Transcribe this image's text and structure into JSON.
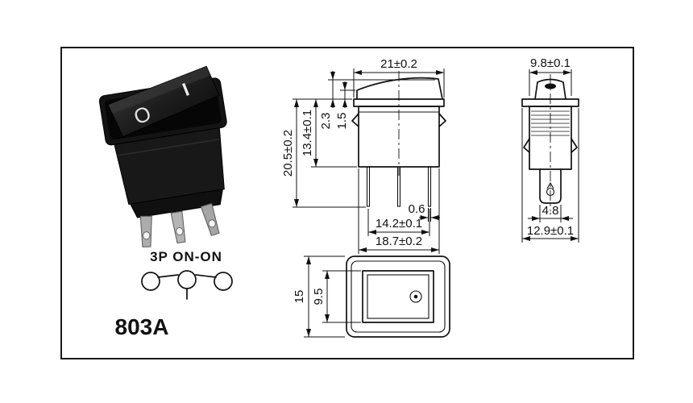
{
  "colors": {
    "ink": "#111111",
    "background": "#ffffff"
  },
  "product": {
    "model": "803A",
    "circuit_label": "3P ON-ON",
    "marking_off": "O",
    "marking_on": "I"
  },
  "front_view": {
    "top_width": "21±0.2",
    "total_height": "20.5±0.2",
    "body_height": "13.4±0.1",
    "rocker_height": "2.3",
    "bezel_height": "1.5",
    "pin_thickness": "0.6",
    "pin_span": "14.2±0.1",
    "body_width": "18.7±0.2"
  },
  "side_view": {
    "top_width": "9.8±0.1",
    "stem_width": "4.8",
    "bottom_width": "12.9±0.1"
  },
  "top_view": {
    "outer_height": "15",
    "inner_height": "9.5"
  }
}
